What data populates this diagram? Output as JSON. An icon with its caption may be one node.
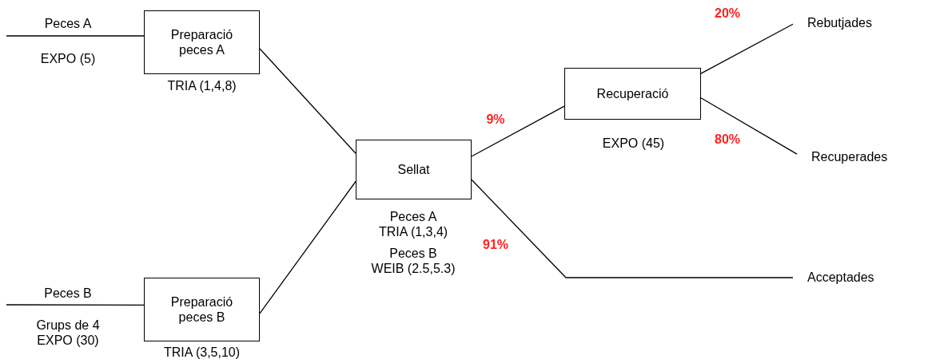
{
  "diagram": {
    "nodes": [
      {
        "text": [
          "Preparació peces A"
        ],
        "beside": [
          "TRIA (1,4,8)"
        ]
      },
      {
        "text": [
          "Preparació peces B"
        ],
        "beside": [
          "TRIA (3,5,10)"
        ]
      },
      {
        "text": [
          "Sellat"
        ],
        "beside": [
          "Peces A TRIA (1,3,4)",
          "Peces B WEIB (2.5,5.3)"
        ]
      },
      {
        "text": [
          "Recuperació"
        ],
        "beside": [
          "EXPO (45)"
        ]
      },
      {
        "text": [
          "Rebutjades"
        ]
      },
      {
        "text": [
          "Recuperades"
        ]
      },
      {
        "text": [
          "Acceptades"
        ]
      }
    ],
    "edges": [
      {
        "from": null,
        "to": 0,
        "arrow": "none",
        "label": "Peces A"
      },
      {
        "from": null,
        "to": 1,
        "arrow": "none",
        "label": "Peces B"
      },
      {
        "from": 0,
        "to": 2,
        "arrow": "none"
      },
      {
        "from": 1,
        "to": 2,
        "arrow": "none"
      },
      {
        "from": 2,
        "to": 3,
        "arrow": "none",
        "label": "9%"
      },
      {
        "from": 2,
        "to": 6,
        "arrow": "none",
        "label": "91%"
      },
      {
        "from": 3,
        "to": 4,
        "arrow": "none",
        "label": "20%"
      },
      {
        "from": 3,
        "to": 5,
        "arrow": "none",
        "label": "80%"
      }
    ],
    "labels": [
      "EXPO (5)",
      "Grups de 4 EXPO (30)"
    ]
  }
}
